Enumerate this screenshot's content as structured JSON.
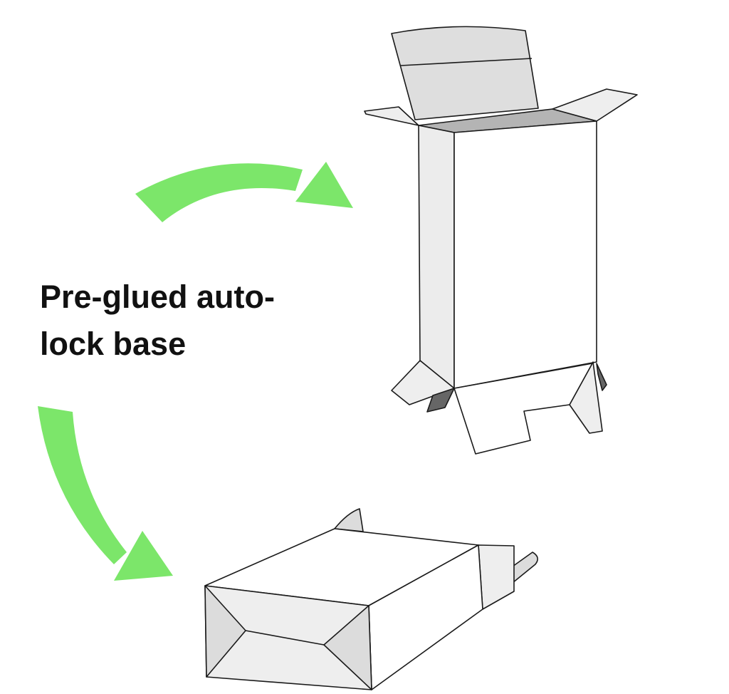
{
  "caption": {
    "line1": "Pre-glued auto-",
    "line2": "lock base"
  },
  "colors": {
    "arrow": "#7ce66a",
    "outline": "#1a1a1a",
    "panel_light": "#eeeeee",
    "panel_mid": "#dcdcdc",
    "panel_dark": "#b4b4b4",
    "panel_shadow": "#666666",
    "background": "#ffffff"
  },
  "illustrations": {
    "top": "open-carton-standing",
    "bottom": "flat-folded-carton"
  }
}
